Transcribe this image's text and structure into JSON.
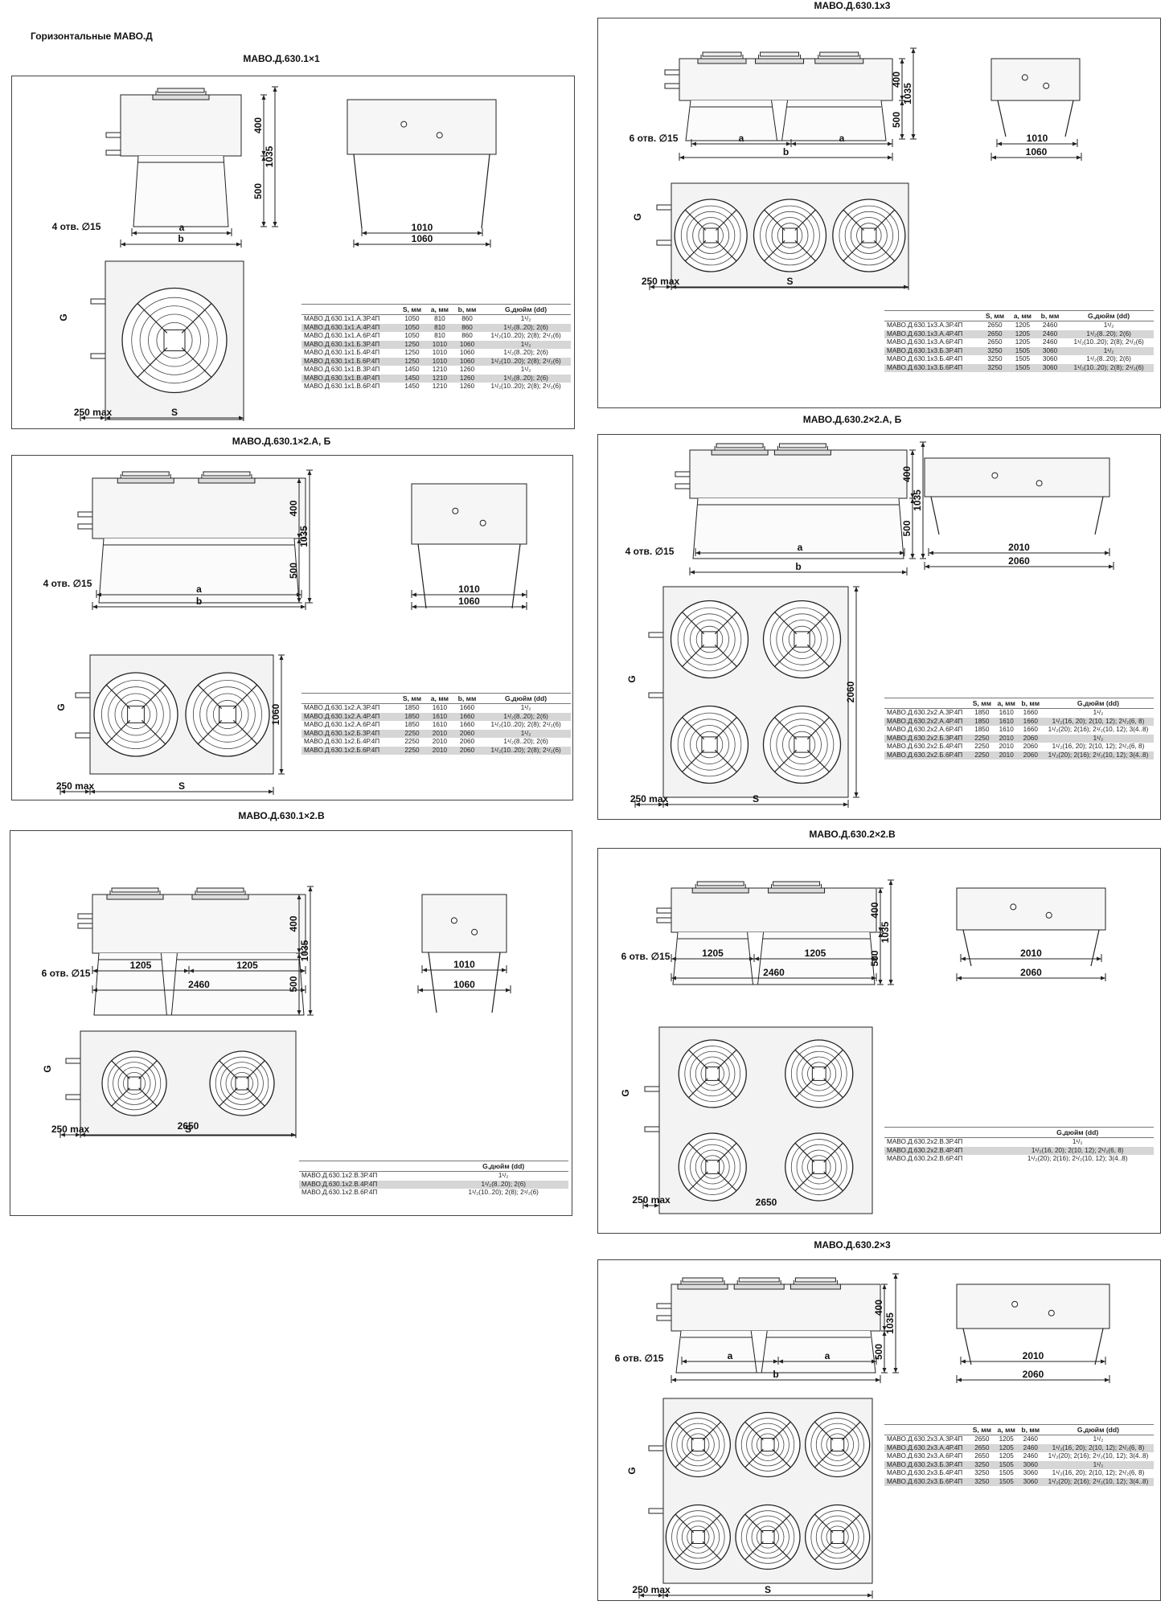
{
  "header": {
    "title": "Горизонтальные МАВО.Д"
  },
  "common": {
    "d400": "400",
    "d500": "500",
    "d1035": "1035",
    "a": "a",
    "b": "b",
    "S": "S",
    "G": "G",
    "max250": "250 max",
    "w1010": "1010",
    "w1060": "1060",
    "w2010": "2010",
    "w2060": "2060",
    "w1205": "1205",
    "w2460": "2460",
    "w2650": "2650",
    "holes4": "4 отв. ∅15",
    "holes6": "6 отв. ∅15"
  },
  "panels": {
    "p11": {
      "title": "МАВО.Д.630.1×1",
      "cols": [
        "",
        "S, мм",
        "a, мм",
        "b, мм",
        "G,дюйм (dd)"
      ],
      "rows": [
        [
          "МАВО.Д.630.1х1.А.3Р.4П",
          "1050",
          "810",
          "860",
          "1¹/₂"
        ],
        [
          "МАВО.Д.630.1х1.А.4Р.4П",
          "1050",
          "810",
          "860",
          "1¹/₂(8..20); 2(6)"
        ],
        [
          "МАВО.Д.630.1х1.А.6Р.4П",
          "1050",
          "810",
          "860",
          "1¹/₂(10..20); 2(8); 2¹/₂(6)"
        ],
        [
          "МАВО.Д.630.1х1.Б.3Р.4П",
          "1250",
          "1010",
          "1060",
          "1¹/₂"
        ],
        [
          "МАВО.Д.630.1х1.Б.4Р.4П",
          "1250",
          "1010",
          "1060",
          "1¹/₂(8..20); 2(6)"
        ],
        [
          "МАВО.Д.630.1х1.Б.6Р.4П",
          "1250",
          "1010",
          "1060",
          "1¹/₂(10..20); 2(8); 2¹/₂(6)"
        ],
        [
          "МАВО.Д.630.1х1.В.3Р.4П",
          "1450",
          "1210",
          "1260",
          "1¹/₂"
        ],
        [
          "МАВО.Д.630.1х1.В.4Р.4П",
          "1450",
          "1210",
          "1260",
          "1¹/₂(8..20); 2(6)"
        ],
        [
          "МАВО.Д.630.1х1.В.6Р.4П",
          "1450",
          "1210",
          "1260",
          "1¹/₂(10..20); 2(8); 2¹/₂(6)"
        ]
      ]
    },
    "p12ab": {
      "title": "МАВО.Д.630.1×2.А, Б",
      "cols": [
        "",
        "S, мм",
        "a, мм",
        "b, мм",
        "G,дюйм (dd)"
      ],
      "rows": [
        [
          "МАВО.Д.630.1х2.А.3Р.4П",
          "1850",
          "1610",
          "1660",
          "1¹/₂"
        ],
        [
          "МАВО.Д.630.1х2.А.4Р.4П",
          "1850",
          "1610",
          "1660",
          "1¹/₂(8..20); 2(6)"
        ],
        [
          "МАВО.Д.630.1х2.А.6Р.4П",
          "1850",
          "1610",
          "1660",
          "1¹/₂(10..20); 2(8); 2¹/₂(6)"
        ],
        [
          "МАВО.Д.630.1х2.Б.3Р.4П",
          "2250",
          "2010",
          "2060",
          "1¹/₂"
        ],
        [
          "МАВО.Д.630.1х2.Б.4Р.4П",
          "2250",
          "2010",
          "2060",
          "1¹/₂(8..20); 2(6)"
        ],
        [
          "МАВО.Д.630.1х2.Б.6Р.4П",
          "2250",
          "2010",
          "2060",
          "1¹/₂(10..20); 2(8); 2¹/₂(6)"
        ]
      ]
    },
    "p12v": {
      "title": "МАВО.Д.630.1×2.В",
      "cols": [
        "",
        "G,дюйм (dd)"
      ],
      "rows": [
        [
          "МАВО.Д.630.1х2.В.3Р.4П",
          "1¹/₂"
        ],
        [
          "МАВО.Д.630.1х2.В.4Р.4П",
          "1¹/₂(8..20); 2(6)"
        ],
        [
          "МАВО.Д.630.1х2.В.6Р.4П",
          "1¹/₂(10..20); 2(8); 2¹/₂(6)"
        ]
      ]
    },
    "p13": {
      "title": "МАВО.Д.630.1х3",
      "cols": [
        "",
        "S, мм",
        "a, мм",
        "b, мм",
        "G,дюйм (dd)"
      ],
      "rows": [
        [
          "МАВО.Д.630.1х3.А.3Р.4П",
          "2650",
          "1205",
          "2460",
          "1¹/₂"
        ],
        [
          "МАВО.Д.630.1х3.А.4Р.4П",
          "2650",
          "1205",
          "2460",
          "1¹/₂(8..20); 2(6)"
        ],
        [
          "МАВО.Д.630.1х3.А.6Р.4П",
          "2650",
          "1205",
          "2460",
          "1¹/₂(10..20); 2(8); 2¹/₂(6)"
        ],
        [
          "МАВО.Д.630.1х3.Б.3Р.4П",
          "3250",
          "1505",
          "3060",
          "1¹/₂"
        ],
        [
          "МАВО.Д.630.1х3.Б.4Р.4П",
          "3250",
          "1505",
          "3060",
          "1¹/₂(8..20); 2(6)"
        ],
        [
          "МАВО.Д.630.1х3.Б.6Р.4П",
          "3250",
          "1505",
          "3060",
          "1¹/₂(10..20); 2(8); 2¹/₂(6)"
        ]
      ]
    },
    "p22ab": {
      "title": "МАВО.Д.630.2×2.А, Б",
      "cols": [
        "",
        "S, мм",
        "a, мм",
        "b, мм",
        "G,дюйм (dd)"
      ],
      "rows": [
        [
          "МАВО.Д.630.2х2.А.3Р.4П",
          "1850",
          "1610",
          "1660",
          "1¹/₂"
        ],
        [
          "МАВО.Д.630.2х2.А.4Р.4П",
          "1850",
          "1610",
          "1660",
          "1¹/₂(16, 20); 2(10, 12); 2¹/₂(6, 8)"
        ],
        [
          "МАВО.Д.630.2х2.А.6Р.4П",
          "1850",
          "1610",
          "1660",
          "1¹/₂(20); 2(16); 2¹/₂(10, 12); 3(4..8)"
        ],
        [
          "МАВО.Д.630.2х2.Б.3Р.4П",
          "2250",
          "2010",
          "2060",
          "1¹/₂"
        ],
        [
          "МАВО.Д.630.2х2.Б.4Р.4П",
          "2250",
          "2010",
          "2060",
          "1¹/₂(16, 20); 2(10, 12); 2¹/₂(6, 8)"
        ],
        [
          "МАВО.Д.630.2х2.Б.6Р.4П",
          "2250",
          "2010",
          "2060",
          "1¹/₂(20); 2(16); 2¹/₂(10, 12); 3(4..8)"
        ]
      ]
    },
    "p22v": {
      "title": "МАВО.Д.630.2×2.В",
      "cols": [
        "",
        "G,дюйм (dd)"
      ],
      "rows": [
        [
          "МАВО.Д.630.2х2.В.3Р.4П",
          "1¹/₂"
        ],
        [
          "МАВО.Д.630.2х2.В.4Р.4П",
          "1¹/₂(16, 20); 2(10, 12); 2¹/₂(6, 8)"
        ],
        [
          "МАВО.Д.630.2х2.В.6Р.4П",
          "1¹/₂(20); 2(16); 2¹/₂(10, 12); 3(4..8)"
        ]
      ]
    },
    "p23": {
      "title": "МАВО.Д.630.2×3",
      "cols": [
        "",
        "S, мм",
        "a, мм",
        "b, мм",
        "G,дюйм (dd)"
      ],
      "rows": [
        [
          "МАВО.Д.630.2х3.А.3Р.4П",
          "2650",
          "1205",
          "2460",
          "1¹/₂"
        ],
        [
          "МАВО.Д.630.2х3.А.4Р.4П",
          "2650",
          "1205",
          "2460",
          "1¹/₂(16, 20); 2(10, 12); 2¹/₂(6, 8)"
        ],
        [
          "МАВО.Д.630.2х3.А.6Р.4П",
          "2650",
          "1205",
          "2460",
          "1¹/₂(20); 2(16); 2¹/₂(10, 12); 3(4..8)"
        ],
        [
          "МАВО.Д.630.2х3.Б.3Р.4П",
          "3250",
          "1505",
          "3060",
          "1¹/₂"
        ],
        [
          "МАВО.Д.630.2х3.Б.4Р.4П",
          "3250",
          "1505",
          "3060",
          "1¹/₂(16, 20); 2(10, 12); 2¹/₂(6, 8)"
        ],
        [
          "МАВО.Д.630.2х3.Б.6Р.4П",
          "3250",
          "1505",
          "3060",
          "1¹/₂(20); 2(16); 2¹/₂(10, 12); 3(4..8)"
        ]
      ]
    }
  }
}
